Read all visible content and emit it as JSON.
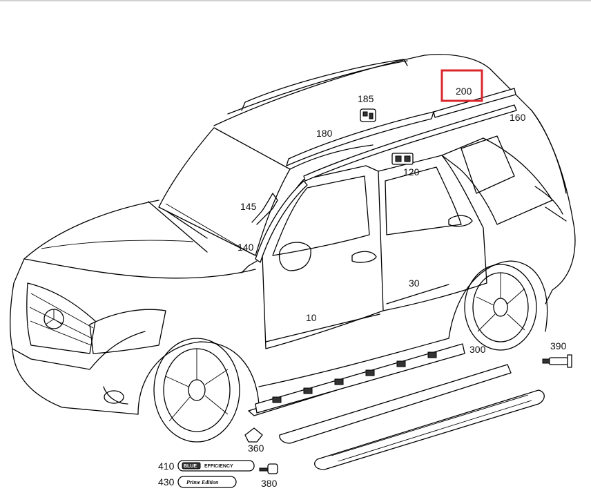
{
  "diagram": {
    "highlight_color": "#d9262b",
    "highlighted_callout": "200",
    "callouts": [
      "185",
      "200",
      "180",
      "160",
      "120",
      "145",
      "140",
      "30",
      "10",
      "300",
      "390",
      "360",
      "380",
      "410",
      "430"
    ],
    "badges": {
      "blue_efficiency": {
        "left": "BLUE",
        "right": "EFFICIENCY"
      },
      "prime_edition": "Prime Edition"
    }
  }
}
